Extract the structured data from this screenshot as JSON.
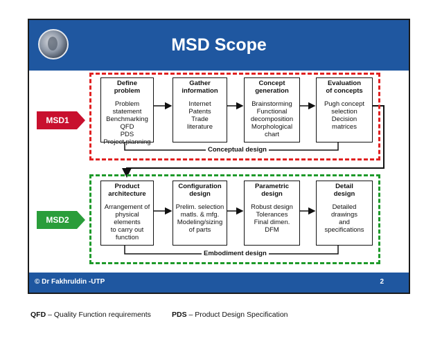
{
  "slide": {
    "title": "MSD Scope",
    "footer_left": "© Dr Fakhruldin -UTP",
    "page_number": "2"
  },
  "stages": [
    {
      "label": "MSD1",
      "color": "#c8102e"
    },
    {
      "label": "MSD2",
      "color": "#2a9d3a"
    }
  ],
  "conceptual": {
    "group_label": "Conceptual design",
    "boxes": [
      {
        "title": "Define\nproblem",
        "lines": "Problem statement\nBenchmarking\nQFD\nPDS\nProject planning"
      },
      {
        "title": "Gather\ninformation",
        "lines": "Internet\nPatents\nTrade\nliterature"
      },
      {
        "title": "Concept\ngeneration",
        "lines": "Brainstorming\nFunctional\ndecomposition\nMorphological\nchart"
      },
      {
        "title": "Evaluation\nof concepts",
        "lines": "Pugh concept\nselection\nDecision\nmatrices"
      }
    ]
  },
  "embodiment": {
    "group_label": "Embodiment design",
    "boxes": [
      {
        "title": "Product\narchitecture",
        "lines": "Arrangement of\nphysical elements\nto carry out\nfunction"
      },
      {
        "title": "Configuration\ndesign",
        "lines": "Prelim. selection\nmatls. & mfg.\nModeling/sizing\nof parts"
      },
      {
        "title": "Parametric\ndesign",
        "lines": "Robust design\nTolerances\nFinal dimen.\nDFM"
      },
      {
        "title": "Detail\ndesign",
        "lines": "Detailed\ndrawings\nand\nspecifications"
      }
    ]
  },
  "legend": [
    {
      "abbr": "QFD",
      "text": " – Quality Function requirements"
    },
    {
      "abbr": "PDS",
      "text": " – Product Design Specification"
    }
  ],
  "colors": {
    "header": "#1f57a0",
    "red_frame": "#e02020",
    "green_frame": "#1e9a2a"
  }
}
